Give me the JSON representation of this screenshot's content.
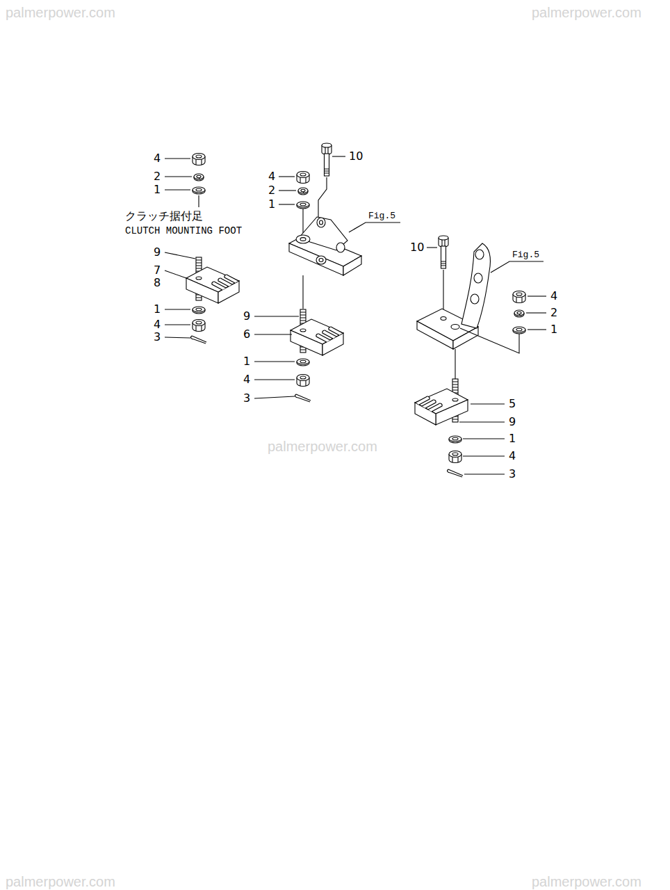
{
  "diagram": {
    "labels": [
      "palmerpower.com",
      "palmerpower.com",
      "4",
      "2",
      "1",
      "10",
      "4",
      "2",
      "1",
      "クラッチ据付足",
      "Fig.5",
      "CLUTCH MOUNTING FOOT",
      "10",
      "9",
      "Fig.5",
      "7",
      "8",
      "4",
      "1",
      "2",
      "9",
      "4",
      "1",
      "6",
      "3",
      "1",
      "4",
      "3",
      "5",
      "9",
      "1",
      "palmerpower.com",
      "4",
      "3",
      "palmerpower.com",
      "palmerpower.com"
    ]
  }
}
